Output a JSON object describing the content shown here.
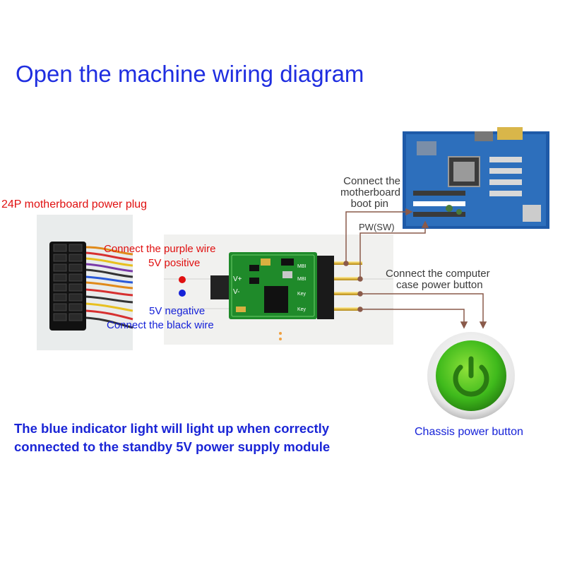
{
  "title": "Open the machine wiring diagram",
  "labels": {
    "plug": "24P motherboard power plug",
    "purple_line1": "Connect the purple wire",
    "purple_line2": "5V positive",
    "neg_line1": "5V negative",
    "neg_line2": "Connect the black wire",
    "mb_line1": "Connect the",
    "mb_line2": "motherboard",
    "mb_line3": "boot pin",
    "pw": "PW(SW)",
    "case_line1": "Connect the computer",
    "case_line2": "case power button",
    "button_caption": "Chassis power button"
  },
  "module": {
    "pin_labels": [
      "MBI",
      "MBI",
      "Key",
      "Key"
    ],
    "vplus": "V+",
    "vminus": "V-"
  },
  "note": {
    "line1": "The blue indicator light will light up when correctly",
    "line2": "connected to the standby 5V power supply module"
  },
  "colors": {
    "title": "#1f2ee0",
    "red_text": "#e01010",
    "blue_text": "#1622d8",
    "pcb_green": "#1f8a2a",
    "button_green": "#3fba1c",
    "wire": "#8a5a4a"
  },
  "icons": {
    "power_button": "power-icon",
    "motherboard": "motherboard-photo",
    "plug": "atx-24p-plug-photo"
  }
}
